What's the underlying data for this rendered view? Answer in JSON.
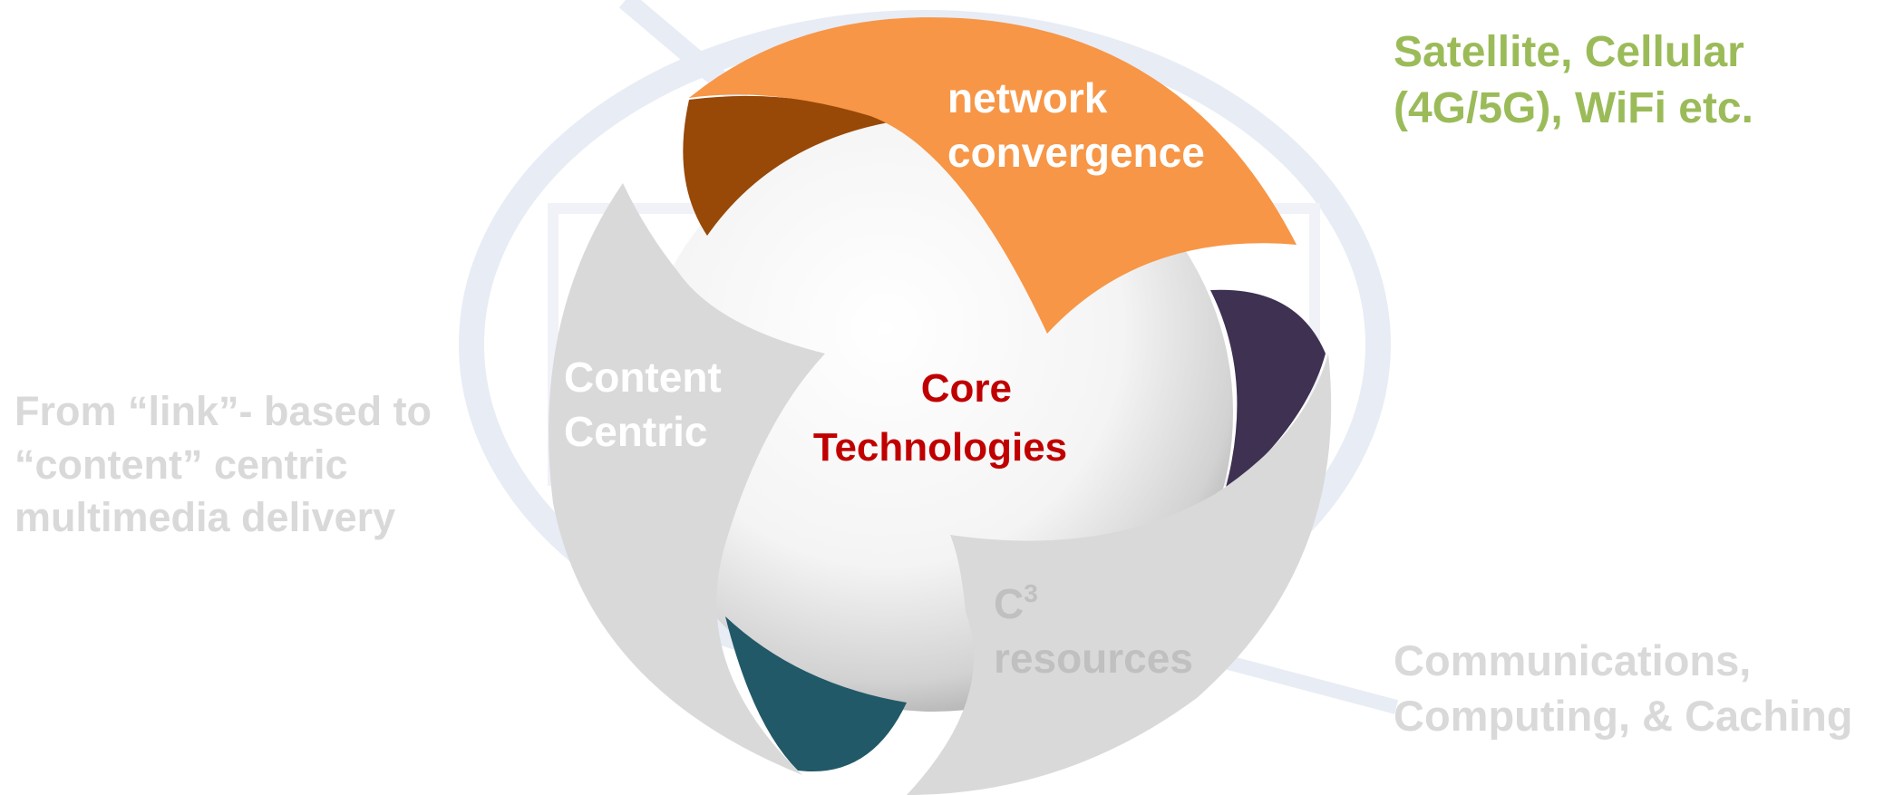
{
  "diagram": {
    "center_label": [
      "Core",
      "Technologies"
    ],
    "segments": [
      {
        "name": "network-convergence",
        "label": [
          "network",
          "convergence"
        ],
        "color": "#f79646"
      },
      {
        "name": "content-centric",
        "label": [
          "Content",
          "Centric"
        ],
        "color": "#d9d9d9"
      },
      {
        "name": "c3-resources",
        "label": [
          "C",
          "resources"
        ],
        "superscript": "3",
        "color": "#d9d9d9"
      }
    ],
    "annotations": {
      "network": [
        "Satellite, Cellular",
        "(4G/5G), WiFi etc."
      ],
      "content": [
        "From “link”- based to",
        "“content” centric",
        "multimedia delivery"
      ],
      "c3": [
        "Communications,",
        "Computing, & Caching"
      ]
    }
  },
  "colors": {
    "accent_orange": "#f79646",
    "dark_orange": "#984807",
    "purple": "#3f3151",
    "teal": "#215968",
    "core_text": "#c00000",
    "green_text": "#9bbb59",
    "gray_text": "#d9d9d9"
  }
}
